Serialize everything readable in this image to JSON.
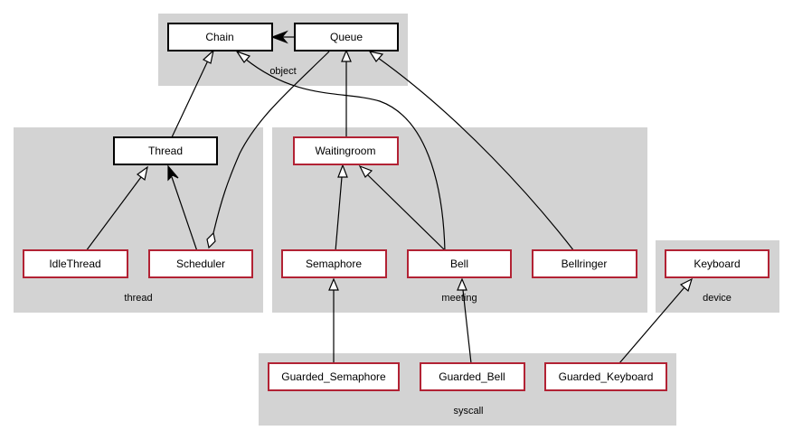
{
  "diagram": {
    "type": "class-inheritance-graph",
    "clusters": [
      {
        "id": "object",
        "label": "object"
      },
      {
        "id": "thread",
        "label": "thread"
      },
      {
        "id": "meeting",
        "label": "meeting"
      },
      {
        "id": "device",
        "label": "device"
      },
      {
        "id": "syscall",
        "label": "syscall"
      }
    ],
    "nodes": [
      {
        "id": "chain",
        "label": "Chain",
        "cluster": "object",
        "border": "#000000"
      },
      {
        "id": "queue",
        "label": "Queue",
        "cluster": "object",
        "border": "#000000"
      },
      {
        "id": "thread",
        "label": "Thread",
        "cluster": "thread",
        "border": "#000000"
      },
      {
        "id": "idlethread",
        "label": "IdleThread",
        "cluster": "thread",
        "border": "#b22234"
      },
      {
        "id": "scheduler",
        "label": "Scheduler",
        "cluster": "thread",
        "border": "#b22234"
      },
      {
        "id": "waitingroom",
        "label": "Waitingroom",
        "cluster": "meeting",
        "border": "#b22234"
      },
      {
        "id": "semaphore",
        "label": "Semaphore",
        "cluster": "meeting",
        "border": "#b22234"
      },
      {
        "id": "bell",
        "label": "Bell",
        "cluster": "meeting",
        "border": "#b22234"
      },
      {
        "id": "bellringer",
        "label": "Bellringer",
        "cluster": "meeting",
        "border": "#b22234"
      },
      {
        "id": "keyboard",
        "label": "Keyboard",
        "cluster": "device",
        "border": "#b22234"
      },
      {
        "id": "guarded_semaphore",
        "label": "Guarded_Semaphore",
        "cluster": "syscall",
        "border": "#b22234"
      },
      {
        "id": "guarded_bell",
        "label": "Guarded_Bell",
        "cluster": "syscall",
        "border": "#b22234"
      },
      {
        "id": "guarded_keyboard",
        "label": "Guarded_Keyboard",
        "cluster": "syscall",
        "border": "#b22234"
      }
    ],
    "edges": [
      {
        "from": "queue",
        "to": "chain",
        "kind": "association"
      },
      {
        "from": "thread",
        "to": "chain",
        "kind": "inheritance"
      },
      {
        "from": "bell",
        "to": "chain",
        "kind": "inheritance"
      },
      {
        "from": "waitingroom",
        "to": "queue",
        "kind": "inheritance"
      },
      {
        "from": "bellringer",
        "to": "queue",
        "kind": "inheritance"
      },
      {
        "from": "scheduler",
        "to": "queue",
        "kind": "aggregation"
      },
      {
        "from": "idlethread",
        "to": "thread",
        "kind": "inheritance"
      },
      {
        "from": "scheduler",
        "to": "thread",
        "kind": "association"
      },
      {
        "from": "semaphore",
        "to": "waitingroom",
        "kind": "inheritance"
      },
      {
        "from": "bell",
        "to": "waitingroom",
        "kind": "inheritance"
      },
      {
        "from": "guarded_semaphore",
        "to": "semaphore",
        "kind": "inheritance"
      },
      {
        "from": "guarded_bell",
        "to": "bell",
        "kind": "inheritance"
      },
      {
        "from": "guarded_keyboard",
        "to": "keyboard",
        "kind": "inheritance"
      }
    ]
  }
}
